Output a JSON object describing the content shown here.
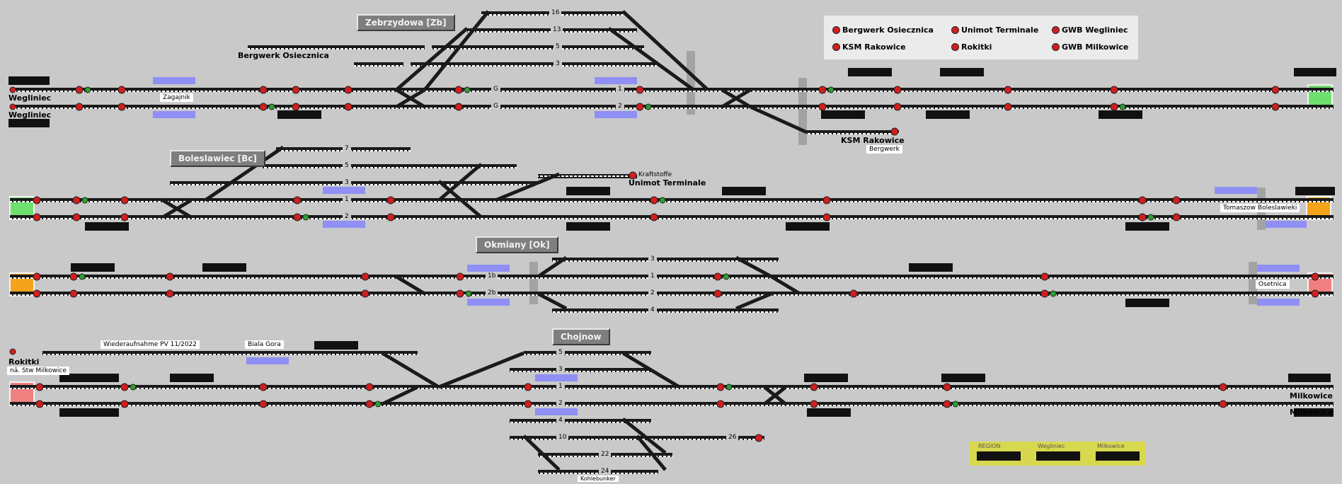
{
  "colors": {
    "background": "#c9c9c9",
    "track_rail": "#1a1a1a",
    "track_tie": "#ffffff",
    "signal_red": "#d21e1e",
    "signal_green": "#2f9e2f",
    "platform_blue": "#8f8ff5",
    "exit_green": "#6ee06e",
    "exit_orange": "#f5a31a",
    "exit_pink": "#f08080",
    "region_yellow": "#d8d84e"
  },
  "stations": {
    "zebrzydowa": "Zebrzydowa [Zb]",
    "boleslawiec": "Boleslawiec [Bc]",
    "okmiany": "Okmiany [Ok]",
    "chojnow": "Chojnow"
  },
  "legend": [
    "Bergwerk Osiecznica",
    "Unimot Terminale",
    "GWB Wegliniec",
    "KSM Rakowice",
    "Rokitki",
    "GWB Milkowice"
  ],
  "places": {
    "wegliniec_top": "Wegliniec",
    "wegliniec_bottom": "Wegliniec",
    "zagajnik": "Zagajnik",
    "bergwerk_osiecznica": "Bergwerk Osiecznica",
    "ksm_rakowice": "KSM Rakowice",
    "bergwerk": "Bergwerk",
    "kraftstoffe": "Kraftstoffe",
    "unimot_terminale": "Unimot Terminale",
    "tomaszow": "Tomaszow  Boleslawieki",
    "osetnica": "Osetnica",
    "rokitki": "Rokitki",
    "na_stw": "nä. Stw Milkowice",
    "wiederaufnahme": "Wiederaufnahme  PV 11/2022",
    "biala_gora": "Biala Gora",
    "milkowice_top": "Milkowice",
    "milkowice_bottom": "Milkowice",
    "kohlebunker": "Kohlebunker"
  },
  "track_labels": {
    "zb": [
      "16",
      "13",
      "5",
      "3",
      "G",
      "G",
      "1",
      "2"
    ],
    "bc": [
      "7",
      "5",
      "3",
      "1",
      "2"
    ],
    "ok": [
      "3",
      "1b",
      "2b",
      "1",
      "2",
      "4"
    ],
    "ch": [
      "5",
      "3",
      "1",
      "2",
      "4",
      "10",
      "22",
      "24",
      "26"
    ]
  },
  "region_panel": {
    "region": "REGION",
    "wegliniec": "Wegliniec",
    "milkowice": "Milkowice"
  }
}
